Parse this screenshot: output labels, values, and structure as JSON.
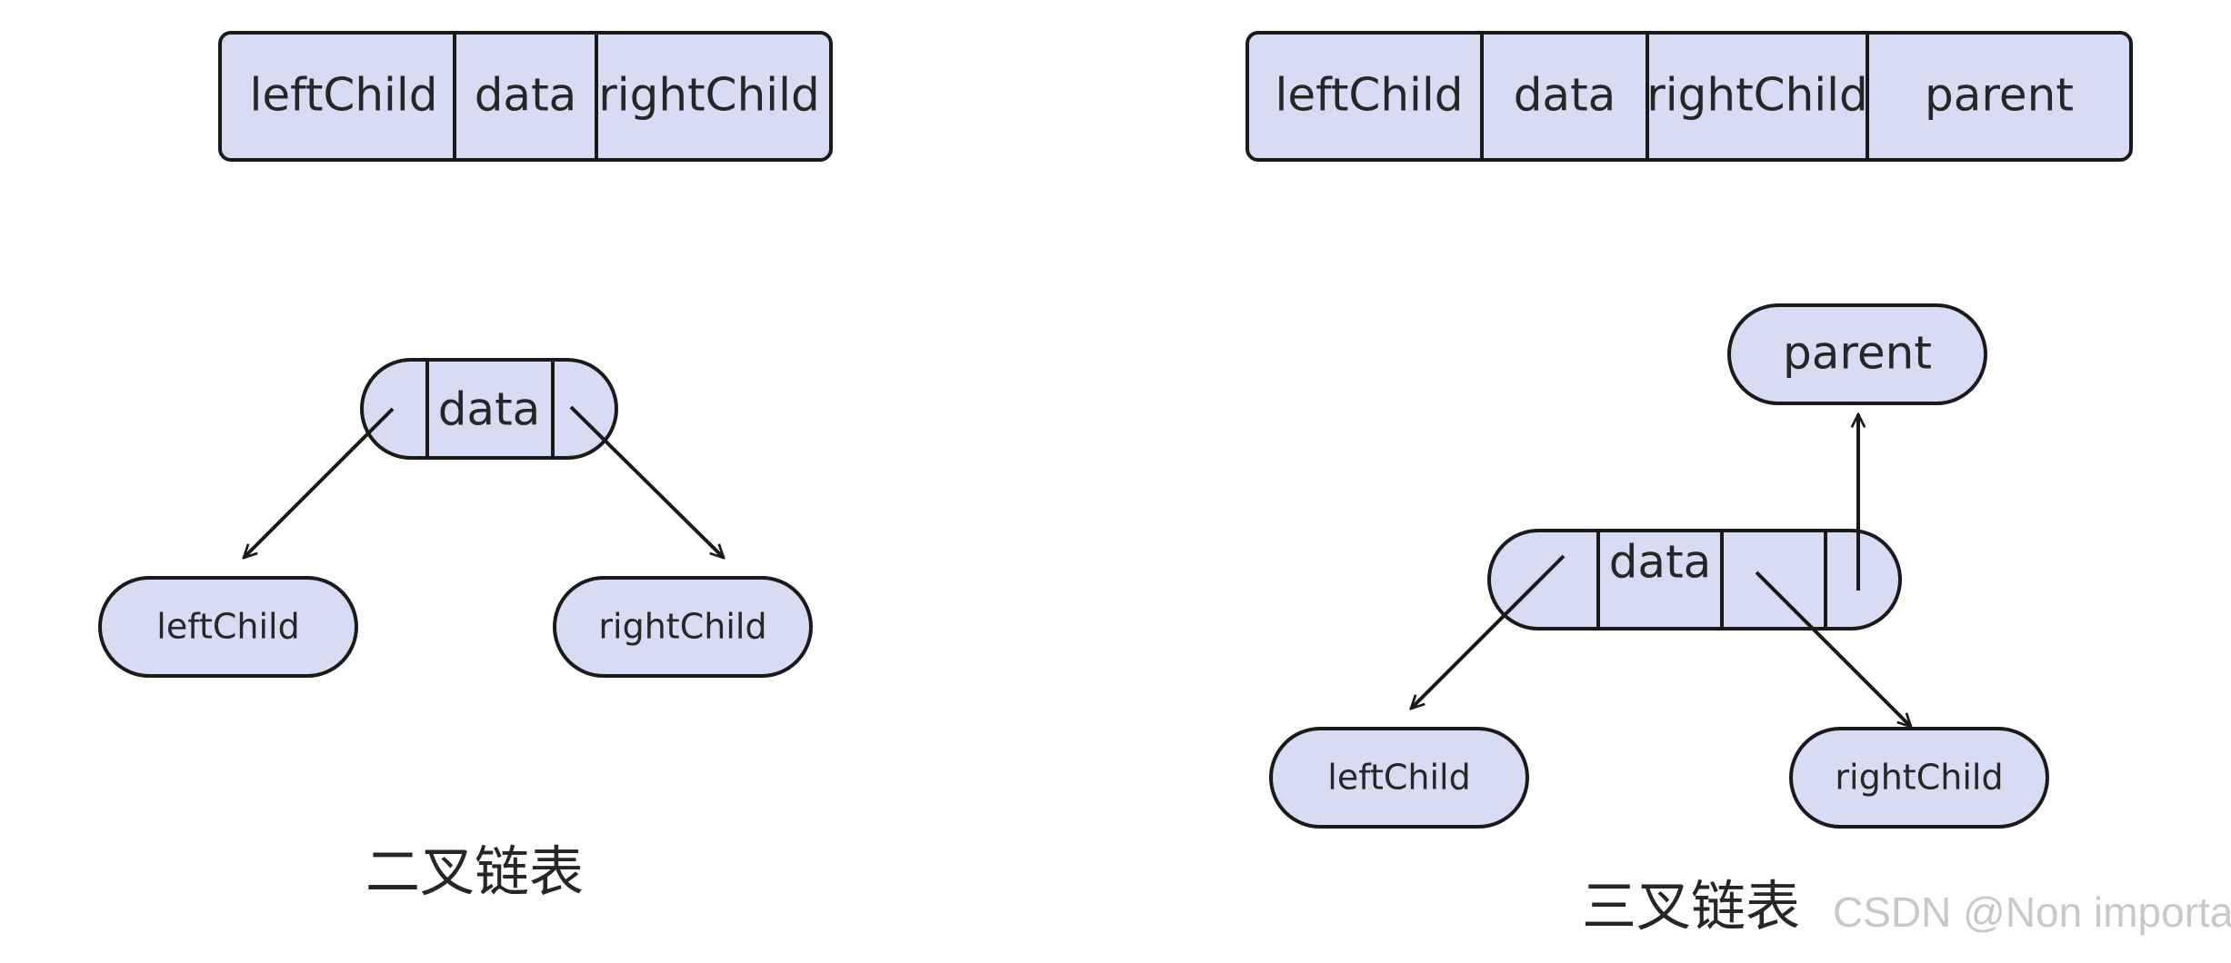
{
  "binary": {
    "struct_fields": [
      "leftChild",
      "data",
      "rightChild"
    ],
    "node": {
      "data": "data"
    },
    "children": {
      "left": "leftChild",
      "right": "rightChild"
    },
    "caption": "二叉链表"
  },
  "ternary": {
    "struct_fields": [
      "leftChild",
      "data",
      "rightChild",
      "parent"
    ],
    "node": {
      "data": "data"
    },
    "parent": "parent",
    "children": {
      "left": "leftChild",
      "right": "rightChild"
    },
    "caption": "三叉链表"
  },
  "watermark": "CSDN @Non importa",
  "colors": {
    "fill": "#d7dcf3",
    "stroke": "#1a1a1a",
    "text": "#262626"
  }
}
